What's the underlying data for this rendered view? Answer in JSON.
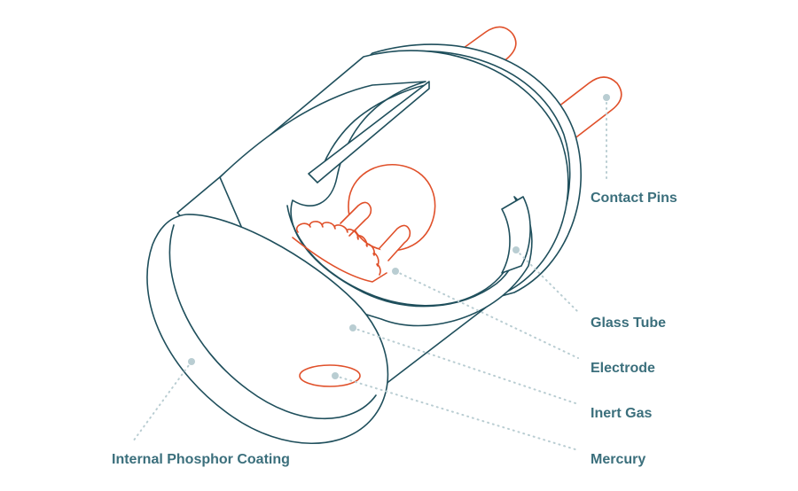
{
  "labels": {
    "contact_pins": "Contact Pins",
    "glass_tube": "Glass Tube",
    "electrode": "Electrode",
    "inert_gas": "Inert Gas",
    "mercury": "Mercury",
    "phosphor": "Internal Phosphor Coating"
  },
  "colors": {
    "outline": "#1f4f5c",
    "accent": "#e0502a",
    "label": "#3b6f7c",
    "leader": "#b9cdd2"
  }
}
